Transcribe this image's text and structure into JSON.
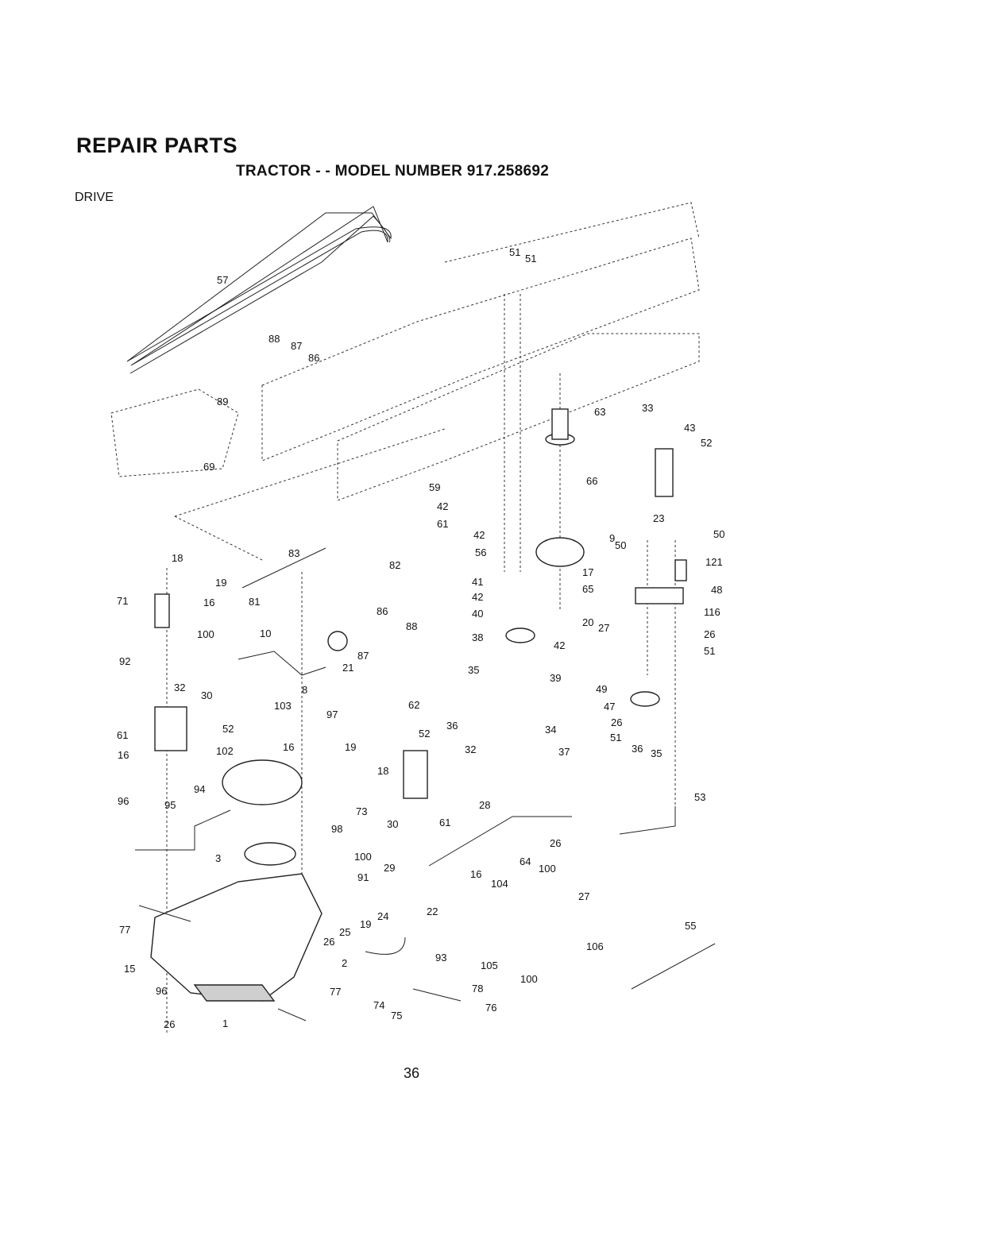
{
  "header": {
    "title": "REPAIR PARTS",
    "subtitle": "TRACTOR - - MODEL NUMBER 917.258692",
    "section": "DRIVE"
  },
  "page_number": "36",
  "callouts": [
    "51",
    "51",
    "57",
    "88",
    "87",
    "86",
    "89",
    "63",
    "33",
    "43",
    "52",
    "66",
    "23",
    "69",
    "59",
    "42",
    "61",
    "42",
    "56",
    "9",
    "50",
    "50",
    "121",
    "18",
    "83",
    "82",
    "19",
    "71",
    "16",
    "81",
    "41",
    "17",
    "42",
    "65",
    "48",
    "86",
    "100",
    "40",
    "88",
    "10",
    "20",
    "27",
    "116",
    "38",
    "42",
    "26",
    "51",
    "92",
    "87",
    "21",
    "8",
    "35",
    "39",
    "49",
    "62",
    "32",
    "30",
    "103",
    "47",
    "36",
    "26",
    "97",
    "61",
    "52",
    "52",
    "51",
    "16",
    "102",
    "16",
    "19",
    "32",
    "34",
    "37",
    "36",
    "35",
    "18",
    "94",
    "96",
    "95",
    "73",
    "30",
    "61",
    "28",
    "53",
    "98",
    "26",
    "100",
    "3",
    "29",
    "91",
    "64",
    "16",
    "100",
    "104",
    "27",
    "77",
    "22",
    "26",
    "25",
    "19",
    "24",
    "55",
    "93",
    "106",
    "15",
    "2",
    "105",
    "100",
    "96",
    "78",
    "77",
    "74",
    "76",
    "75",
    "26",
    "1"
  ]
}
